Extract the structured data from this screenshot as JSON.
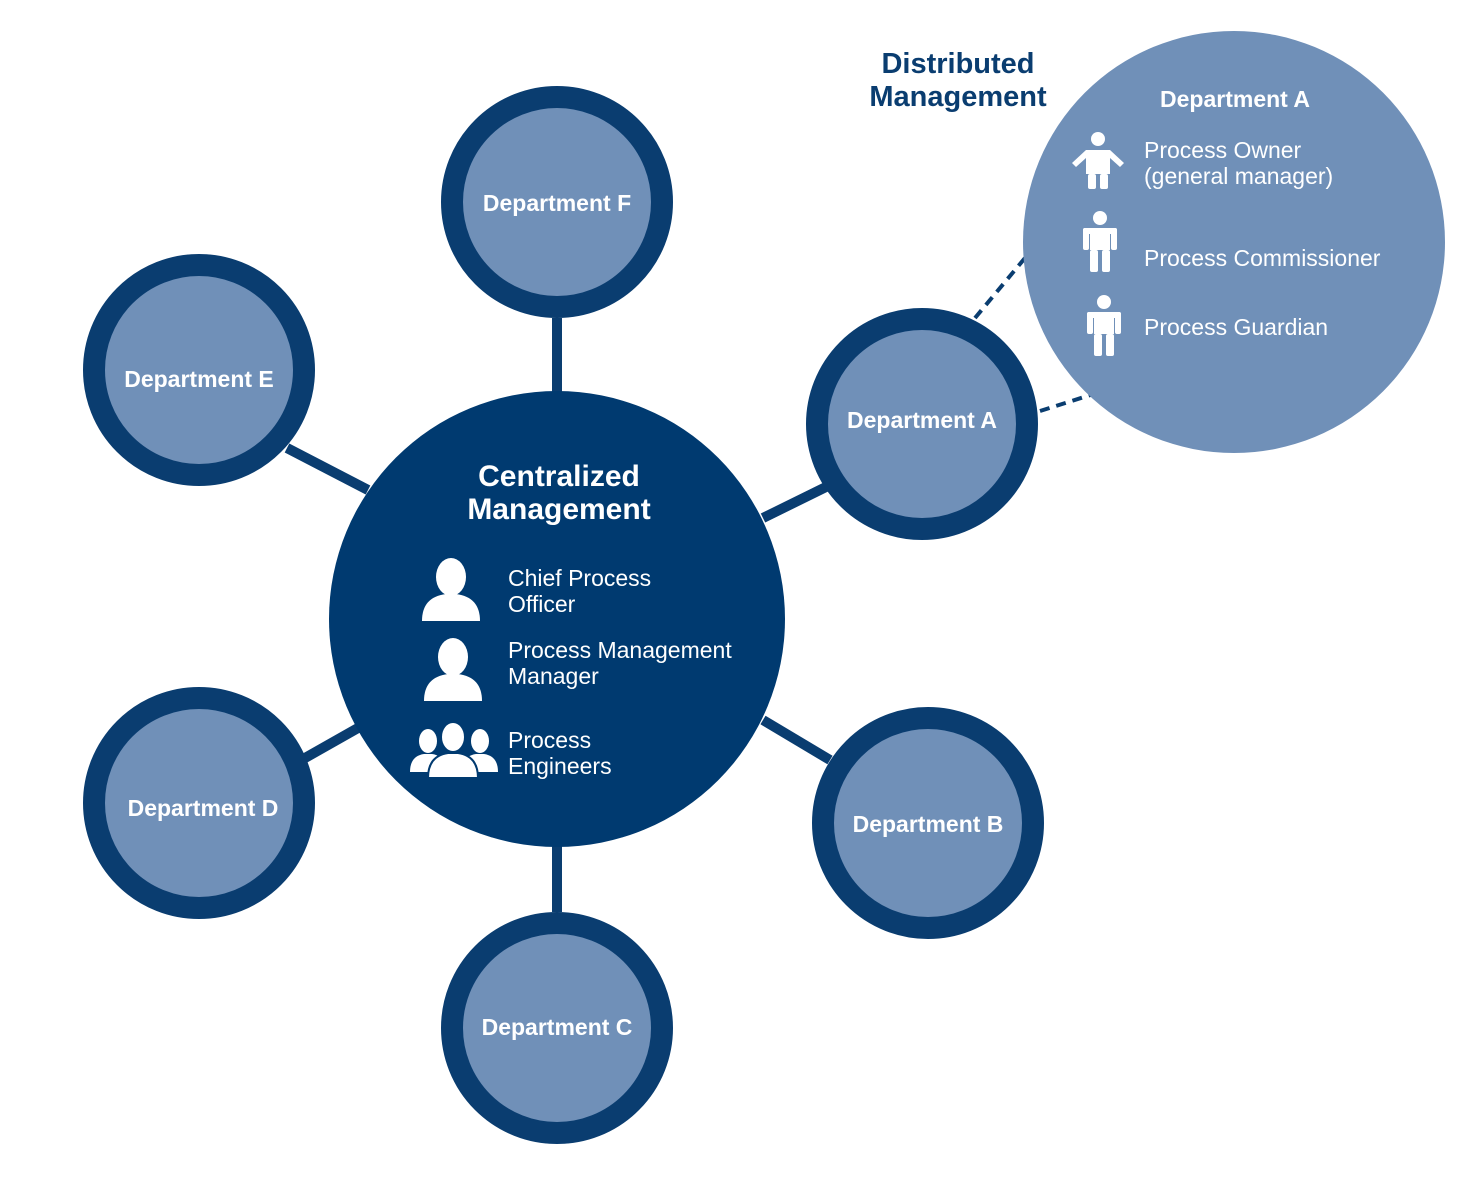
{
  "colors": {
    "dark_navy": "#003a70",
    "ring_navy": "#0a3d70",
    "fill_blue": "#7090b8",
    "white": "#ffffff",
    "background": "#ffffff"
  },
  "distributed": {
    "title_line1": "Distributed",
    "title_line2": "Management",
    "department": "Department A",
    "roles": [
      {
        "line1": "Process Owner",
        "line2": "(general manager)",
        "icon": "person-arms-icon"
      },
      {
        "line1": "Process Commissioner",
        "line2": "",
        "icon": "person-standing-icon"
      },
      {
        "line1": "Process Guardian",
        "line2": "",
        "icon": "person-standing-icon"
      }
    ]
  },
  "centralized": {
    "title_line1": "Centralized",
    "title_line2": "Management",
    "roles": [
      {
        "line1": "Chief Process",
        "line2": "Officer",
        "icon": "user-bust-icon"
      },
      {
        "line1": "Process Management",
        "line2": "Manager",
        "icon": "user-bust-icon"
      },
      {
        "line1": "Process",
        "line2": "Engineers",
        "icon": "user-group-icon"
      }
    ]
  },
  "departments": [
    {
      "id": "f",
      "label": "Department F"
    },
    {
      "id": "e",
      "label": "Department E"
    },
    {
      "id": "a",
      "label": "Department A"
    },
    {
      "id": "d",
      "label": "Department D"
    },
    {
      "id": "b",
      "label": "Department B"
    },
    {
      "id": "c",
      "label": "Department C"
    }
  ]
}
